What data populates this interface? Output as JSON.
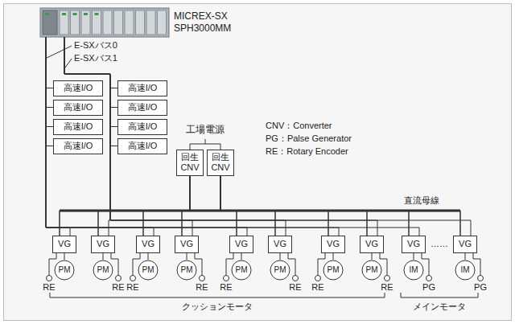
{
  "diagram": {
    "nodes": [
      {
        "text": [
          "MICREX-SX SPH3000MM"
        ]
      },
      {
        "text": [
          "高速I/O"
        ]
      },
      {
        "text": [
          "高速I/O"
        ]
      },
      {
        "text": [
          "高速I/O"
        ]
      },
      {
        "text": [
          "高速I/O"
        ]
      },
      {
        "text": [
          "高速I/O"
        ]
      },
      {
        "text": [
          "高速I/O"
        ]
      },
      {
        "text": [
          "高速I/O"
        ]
      },
      {
        "text": [
          "高速I/O"
        ]
      },
      {
        "text": [
          "回生 CNV"
        ]
      },
      {
        "text": [
          "回生 CNV"
        ]
      },
      {
        "text": [
          "VG"
        ]
      },
      {
        "text": [
          "VG"
        ]
      },
      {
        "text": [
          "VG"
        ]
      },
      {
        "text": [
          "VG"
        ]
      },
      {
        "text": [
          "VG"
        ]
      },
      {
        "text": [
          "VG"
        ]
      },
      {
        "text": [
          "VG"
        ]
      },
      {
        "text": [
          "VG"
        ]
      },
      {
        "text": [
          "VG"
        ]
      },
      {
        "text": [
          "VG"
        ]
      },
      {
        "text": [
          "PM"
        ]
      },
      {
        "text": [
          "PM"
        ]
      },
      {
        "text": [
          "PM"
        ]
      },
      {
        "text": [
          "PM"
        ]
      },
      {
        "text": [
          "PM"
        ]
      },
      {
        "text": [
          "PM"
        ]
      },
      {
        "text": [
          "PM"
        ]
      },
      {
        "text": [
          "PM"
        ]
      },
      {
        "text": [
          "IM"
        ]
      },
      {
        "text": [
          "IM"
        ]
      }
    ],
    "edges": [
      {
        "from": 0,
        "to": 1,
        "arrow": "none"
      },
      {
        "from": 0,
        "to": 2,
        "arrow": "none"
      },
      {
        "from": 0,
        "to": 3,
        "arrow": "none"
      },
      {
        "from": 0,
        "to": 4,
        "arrow": "none"
      },
      {
        "from": 0,
        "to": 5,
        "arrow": "none"
      },
      {
        "from": 0,
        "to": 6,
        "arrow": "none"
      },
      {
        "from": 0,
        "to": 7,
        "arrow": "none"
      },
      {
        "from": 0,
        "to": 8,
        "arrow": "none"
      },
      {
        "from": 0,
        "to": 11,
        "arrow": "none"
      },
      {
        "from": 0,
        "to": 12,
        "arrow": "none"
      },
      {
        "from": 0,
        "to": 13,
        "arrow": "none"
      },
      {
        "from": 0,
        "to": 14,
        "arrow": "none"
      },
      {
        "from": 0,
        "to": 15,
        "arrow": "none"
      },
      {
        "from": 0,
        "to": 16,
        "arrow": "none"
      },
      {
        "from": 0,
        "to": 17,
        "arrow": "none"
      },
      {
        "from": 0,
        "to": 18,
        "arrow": "none"
      },
      {
        "from": 0,
        "to": 19,
        "arrow": "none"
      },
      {
        "from": 0,
        "to": 20,
        "arrow": "none"
      },
      {
        "from": 9,
        "to": 11,
        "arrow": "none"
      },
      {
        "from": 9,
        "to": 12,
        "arrow": "none"
      },
      {
        "from": 9,
        "to": 13,
        "arrow": "none"
      },
      {
        "from": 9,
        "to": 14,
        "arrow": "none"
      },
      {
        "from": 9,
        "to": 15,
        "arrow": "none"
      },
      {
        "from": 9,
        "to": 16,
        "arrow": "none"
      },
      {
        "from": 9,
        "to": 17,
        "arrow": "none"
      },
      {
        "from": 9,
        "to": 18,
        "arrow": "none"
      },
      {
        "from": 9,
        "to": 19,
        "arrow": "none"
      },
      {
        "from": 9,
        "to": 20,
        "arrow": "none"
      },
      {
        "from": 10,
        "to": 11,
        "arrow": "none"
      },
      {
        "from": 10,
        "to": 12,
        "arrow": "none"
      },
      {
        "from": 10,
        "to": 13,
        "arrow": "none"
      },
      {
        "from": 10,
        "to": 14,
        "arrow": "none"
      },
      {
        "from": 10,
        "to": 15,
        "arrow": "none"
      },
      {
        "from": 10,
        "to": 16,
        "arrow": "none"
      },
      {
        "from": 10,
        "to": 17,
        "arrow": "none"
      },
      {
        "from": 10,
        "to": 18,
        "arrow": "none"
      },
      {
        "from": 10,
        "to": 19,
        "arrow": "none"
      },
      {
        "from": 10,
        "to": 20,
        "arrow": "none"
      },
      {
        "from": 11,
        "to": 21,
        "arrow": "none"
      },
      {
        "from": 12,
        "to": 22,
        "arrow": "none"
      },
      {
        "from": 13,
        "to": 23,
        "arrow": "none"
      },
      {
        "from": 14,
        "to": 24,
        "arrow": "none"
      },
      {
        "from": 15,
        "to": 25,
        "arrow": "none"
      },
      {
        "from": 16,
        "to": 26,
        "arrow": "none"
      },
      {
        "from": 17,
        "to": 27,
        "arrow": "none"
      },
      {
        "from": 18,
        "to": 28,
        "arrow": "none"
      },
      {
        "from": 19,
        "to": 29,
        "arrow": "none"
      },
      {
        "from": 20,
        "to": 30,
        "arrow": "none"
      }
    ],
    "labels": [
      "E-SXバス0",
      "E-SXバス1",
      "工場電源",
      "CNV：Converter",
      "PG：Palse Generator",
      "RE：Rotary Encoder",
      "直流母線",
      "RE",
      "RE",
      "RE",
      "RE",
      "RE",
      "RE",
      "RE",
      "RE",
      "……",
      "PG",
      "PG",
      "クッションモータ",
      "メインモータ"
    ]
  }
}
